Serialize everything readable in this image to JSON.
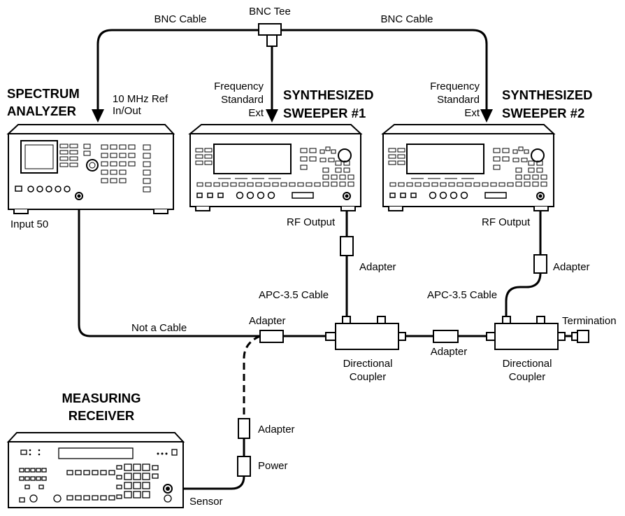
{
  "diagram": {
    "bnc_tee": "BNC Tee",
    "bnc_cable_left": "BNC Cable",
    "bnc_cable_right": "BNC Cable",
    "spectrum_analyzer": {
      "title_line1": "SPECTRUM",
      "title_line2": "ANALYZER",
      "ref_line1": "10 MHz Ref",
      "ref_line2": "In/Out",
      "input_label": "Input 50"
    },
    "sweeper1": {
      "title_line1": "SYNTHESIZED",
      "title_line2": "SWEEPER #1",
      "freq_line1": "Frequency",
      "freq_line2": "Standard",
      "freq_line3": "Ext",
      "rf_output": "RF Output",
      "adapter": "Adapter",
      "cable": "APC-3.5 Cable"
    },
    "sweeper2": {
      "title_line1": "SYNTHESIZED",
      "title_line2": "SWEEPER #2",
      "freq_line1": "Frequency",
      "freq_line2": "Standard",
      "freq_line3": "Ext",
      "rf_output": "RF Output",
      "adapter": "Adapter",
      "cable": "APC-3.5 Cable"
    },
    "not_a_cable": "Not a Cable",
    "adapter_upper": "Adapter",
    "coupler1_line1": "Directional",
    "coupler1_line2": "Coupler",
    "adapter_mid": "Adapter",
    "coupler2_line1": "Directional",
    "coupler2_line2": "Coupler",
    "termination": "Termination",
    "measuring_receiver": {
      "title_line1": "MEASURING",
      "title_line2": "RECEIVER"
    },
    "adapter_lower": "Adapter",
    "power": "Power",
    "sensor": "Sensor"
  }
}
